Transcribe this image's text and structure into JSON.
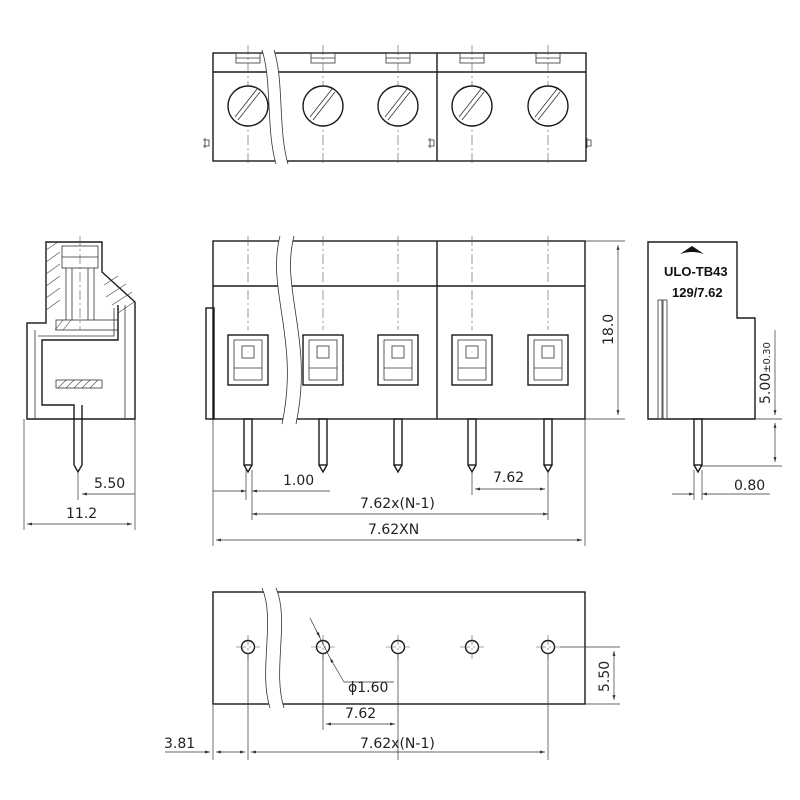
{
  "label": {
    "brand": "ULO-TB43",
    "series": "129/7.62"
  },
  "dims": {
    "height": "18.0",
    "pin_offset": "5.00",
    "tol": "±0.30",
    "pin_width": "0.80",
    "row_offset": "5.50",
    "depth": "11.2",
    "pin_thickness": "1.00",
    "pitch": "7.62",
    "pitch_span": "7.62x(N-1)",
    "total_length": "7.62XN",
    "hole_dia": "ϕ1.60",
    "pitch_bottom": "7.62",
    "row_offset_bottom": "5.50",
    "edge_offset": "3.81",
    "pitch_span_bottom": "7.62x(N-1)"
  },
  "positions": [
    1,
    2,
    3,
    4,
    5
  ]
}
